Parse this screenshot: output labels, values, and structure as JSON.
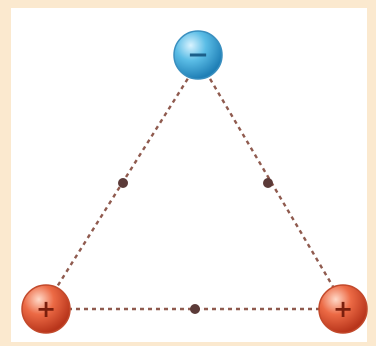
{
  "colors": {
    "background": "#fbe9cf",
    "panel": "#ffffff",
    "negative": "#4fb0dc",
    "positive": "#e8633f",
    "dashed_line": "#8f5a4e",
    "midpoint": "#5b3a38"
  },
  "charges": [
    {
      "sign": "−",
      "polarity": "negative",
      "position": "top"
    },
    {
      "sign": "+",
      "polarity": "positive",
      "position": "bottom-left"
    },
    {
      "sign": "+",
      "polarity": "positive",
      "position": "bottom-right"
    }
  ],
  "connections": [
    {
      "from": "top",
      "to": "bottom-left"
    },
    {
      "from": "top",
      "to": "bottom-right"
    },
    {
      "from": "bottom-left",
      "to": "bottom-right"
    }
  ]
}
